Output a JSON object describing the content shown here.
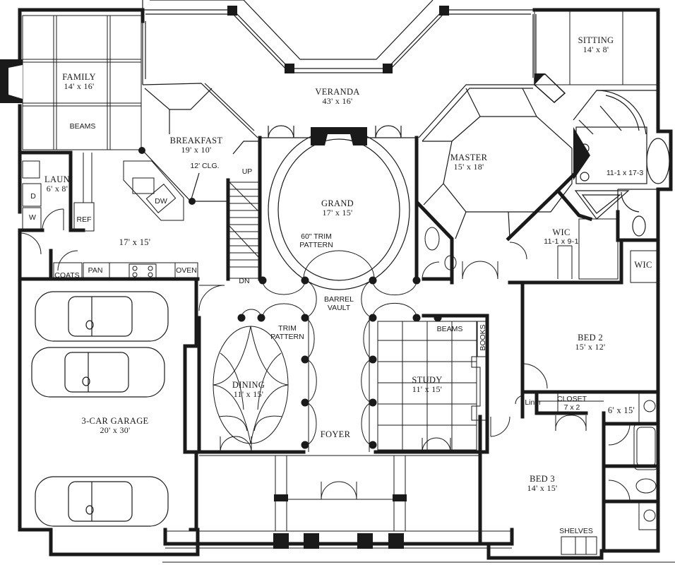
{
  "plan": {
    "rooms": {
      "family": {
        "name": "FAMILY",
        "dims": "14' x 16'"
      },
      "veranda": {
        "name": "VERANDA",
        "dims": "43' x 16'"
      },
      "sitting": {
        "name": "SITTING",
        "dims": "14' x 8'"
      },
      "breakfast": {
        "name": "BREAKFAST",
        "dims": "19' x 10'"
      },
      "master": {
        "name": "MASTER",
        "dims": "15' x 18'"
      },
      "master_bath": {
        "dims": "11-1 x 17-3"
      },
      "laundry": {
        "name": "LAUN",
        "dims": "6' x 8'"
      },
      "grand": {
        "name": "GRAND",
        "dims": "17' x 15'"
      },
      "kitchen": {
        "dims": "17' x 15'"
      },
      "master_wic": {
        "name": "WIC",
        "dims": "11-1 x 9-1"
      },
      "wic2": {
        "name": "WIC"
      },
      "bed2": {
        "name": "BED 2",
        "dims": "15' x 12'"
      },
      "garage": {
        "name": "3-CAR GARAGE",
        "dims": "20' x 30'"
      },
      "dining": {
        "name": "DINING",
        "dims": "11' x 15'"
      },
      "study": {
        "name": "STUDY",
        "dims": "11' x 15'"
      },
      "foyer": {
        "name": "FOYER"
      },
      "closet": {
        "name": "CLOSET",
        "dims": "7 x 2"
      },
      "bath2": {
        "dims": "6' x 15'"
      },
      "bed3": {
        "name": "BED 3",
        "dims": "14' x 15'"
      }
    },
    "notes": {
      "beams_family": "BEAMS",
      "ceiling": "12' CLG.",
      "up": "UP",
      "dn": "DN",
      "dw": "DW",
      "ref": "REF",
      "dryer": "D",
      "washer": "W",
      "coats": "COATS",
      "pantry": "PAN",
      "oven": "OVEN",
      "trim_60": "60\" TRIM",
      "trim_60_b": "PATTERN",
      "barrel": "BARREL",
      "barrel_b": "VAULT",
      "trim": "TRIM",
      "trim_b": "PATTERN",
      "beams_study": "BEAMS",
      "books": "BOOKS",
      "linen": "Liner",
      "shelves": "SHELVES"
    },
    "colors": {
      "line": "#1a1a1a",
      "fill": "#ffffff",
      "thin": "#555555"
    }
  }
}
